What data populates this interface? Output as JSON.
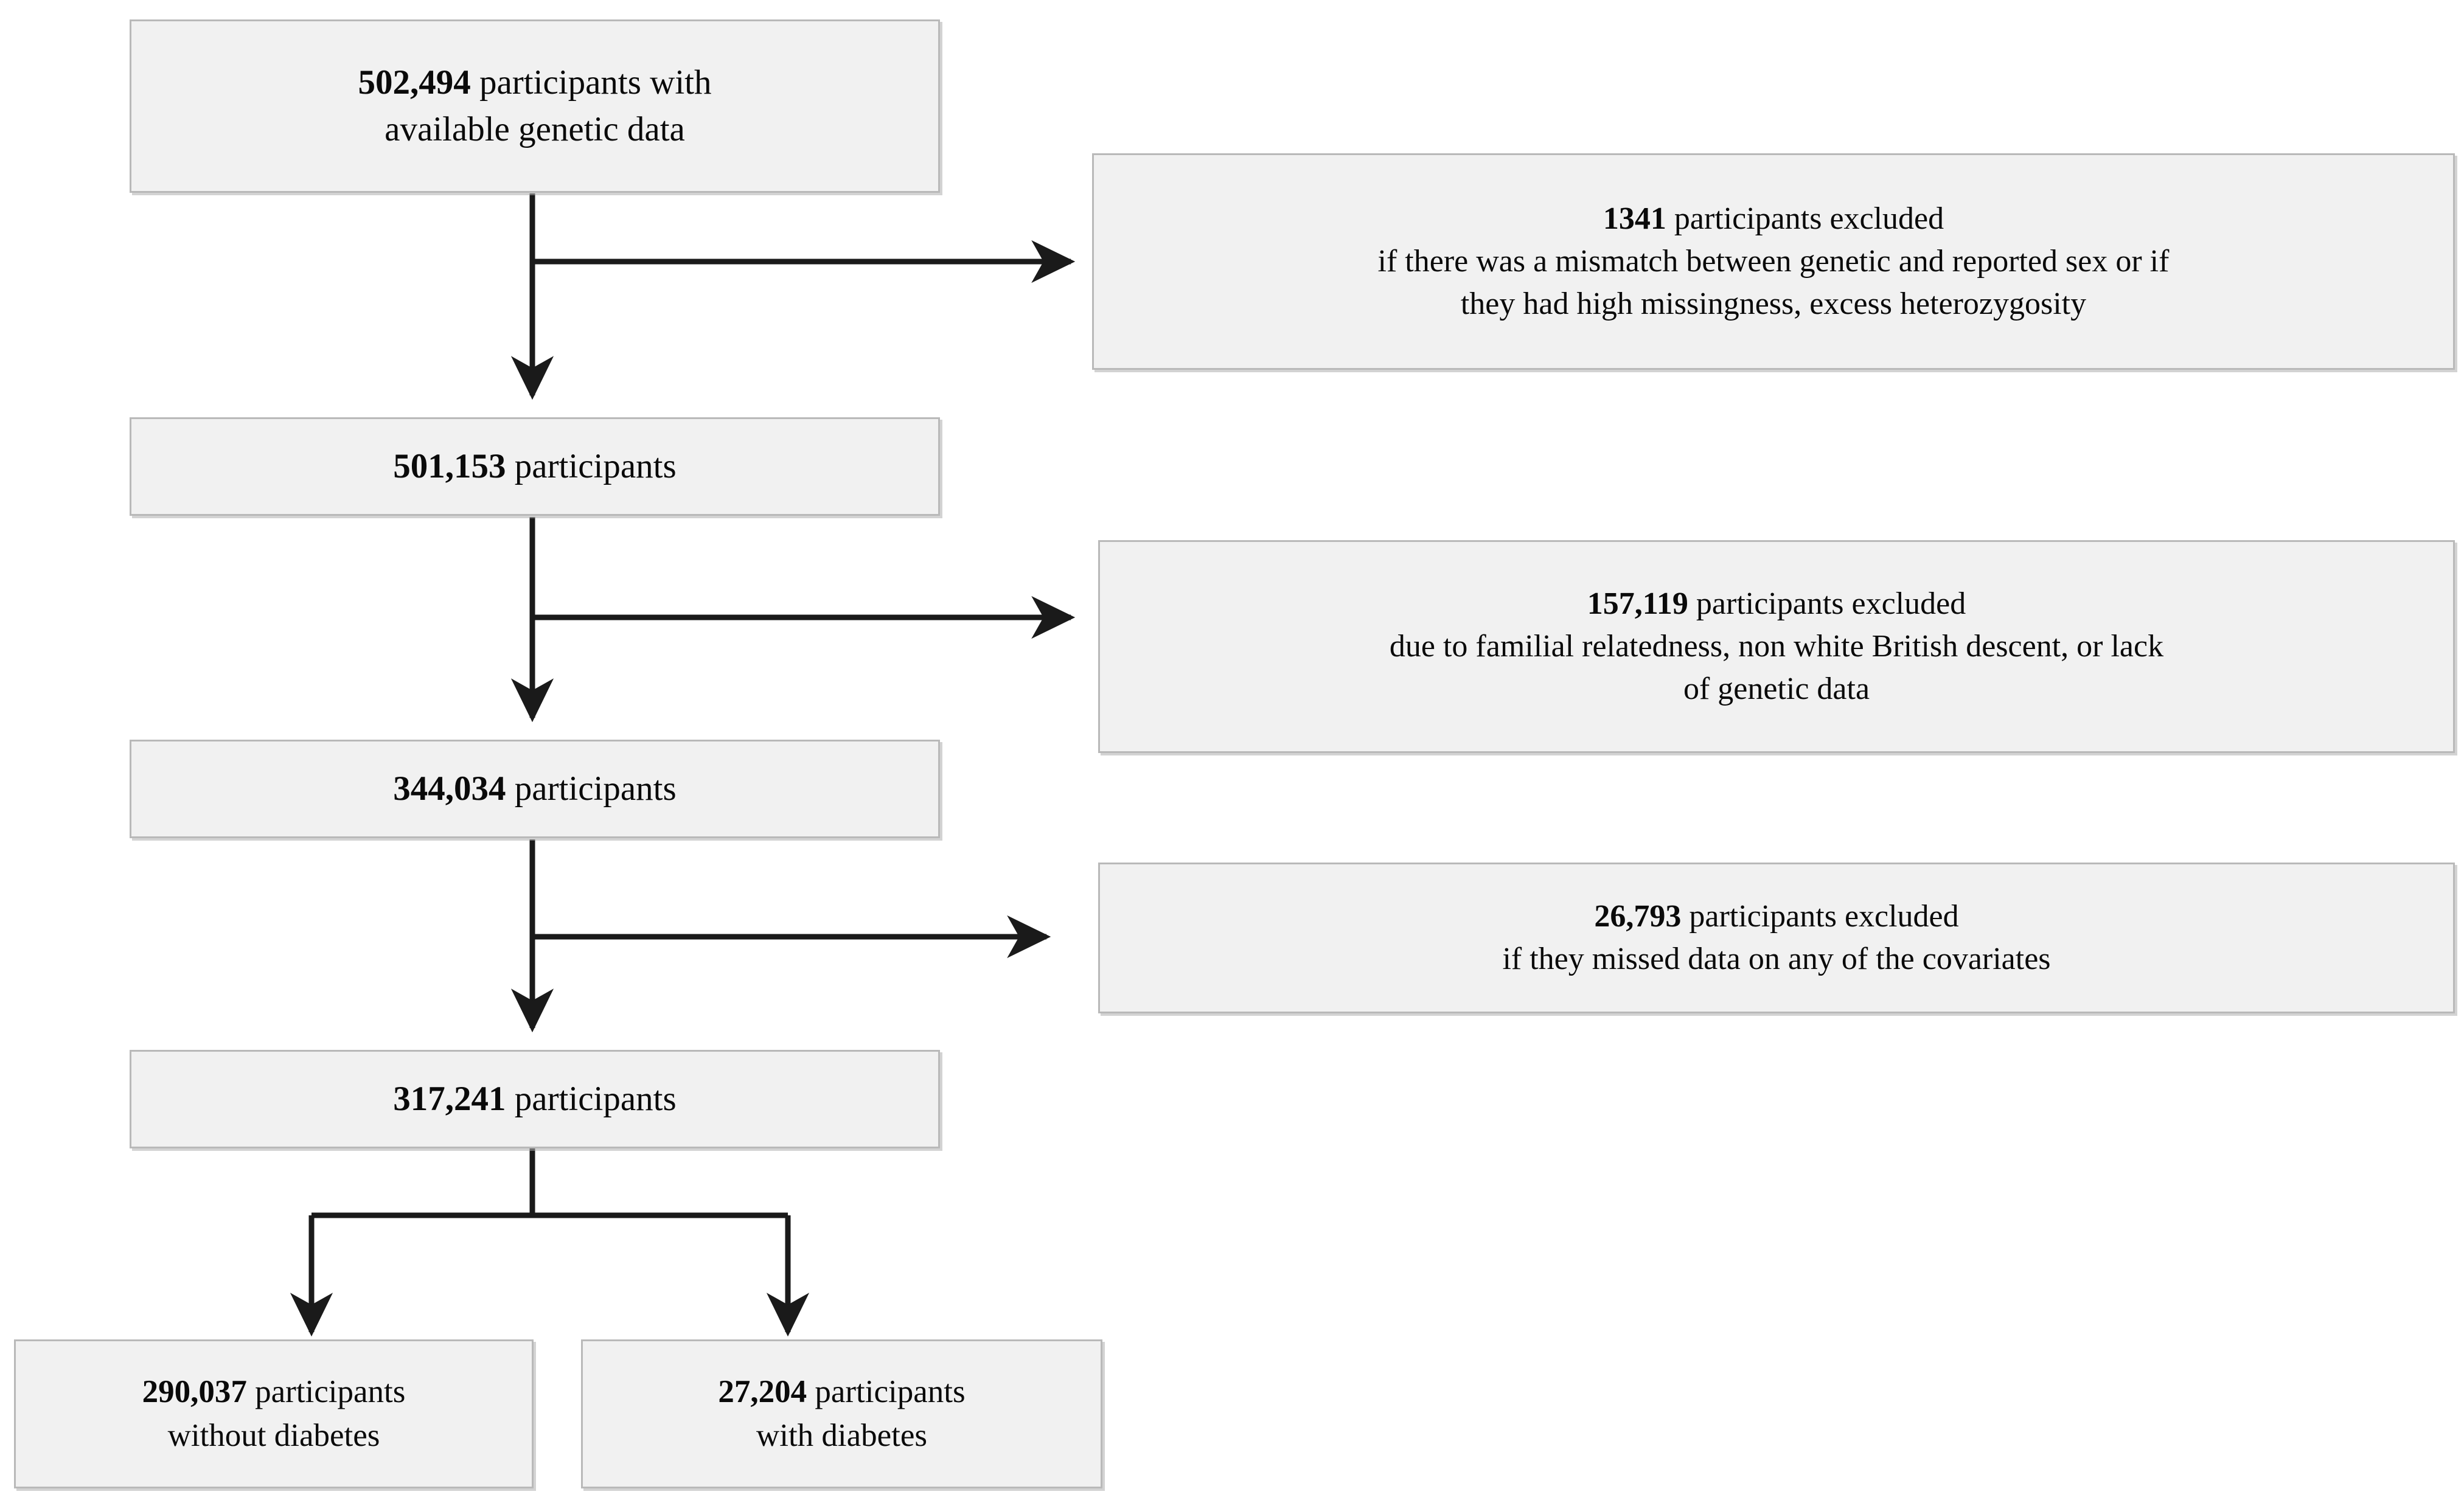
{
  "figure": {
    "type": "flowchart",
    "description": "Participant selection flow diagram",
    "colors": {
      "box_fill": "#f1f1f1",
      "box_border": "#b9b9b9",
      "connector": "#1a1a1a",
      "text": "#0a0a0a",
      "background": "#ffffff"
    }
  },
  "flow": {
    "nodes": [
      {
        "id": "node-total",
        "count": "502,494",
        "line1_rest": " participants with",
        "line2": "available genetic data"
      },
      {
        "id": "node-after-qc",
        "count": "501,153",
        "line1_rest": " participants"
      },
      {
        "id": "node-after-relatedness",
        "count": "344,034",
        "line1_rest": " participants"
      },
      {
        "id": "node-after-covariates",
        "count": "317,241",
        "line1_rest": " participants"
      }
    ],
    "exclusions": [
      {
        "id": "exclusion-genetic-qc",
        "count": "1341",
        "line1_rest": " participants excluded",
        "line2": "if there was a mismatch between genetic and reported sex or if",
        "line3": "they had high missingness, excess heterozygosity"
      },
      {
        "id": "exclusion-relatedness",
        "count": "157,119",
        "line1_rest": " participants excluded",
        "line2": "due to familial relatedness, non white British descent, or lack",
        "line3": "of genetic data"
      },
      {
        "id": "exclusion-covariates",
        "count": "26,793",
        "line1_rest": " participants excluded",
        "line2": "if they missed data on any of the covariates"
      }
    ],
    "terminals": [
      {
        "id": "terminal-no-diabetes",
        "count": "290,037",
        "line1_rest": " participants",
        "line2": "without diabetes"
      },
      {
        "id": "terminal-diabetes",
        "count": "27,204",
        "line1_rest": " participants",
        "line2": "with diabetes"
      }
    ]
  }
}
